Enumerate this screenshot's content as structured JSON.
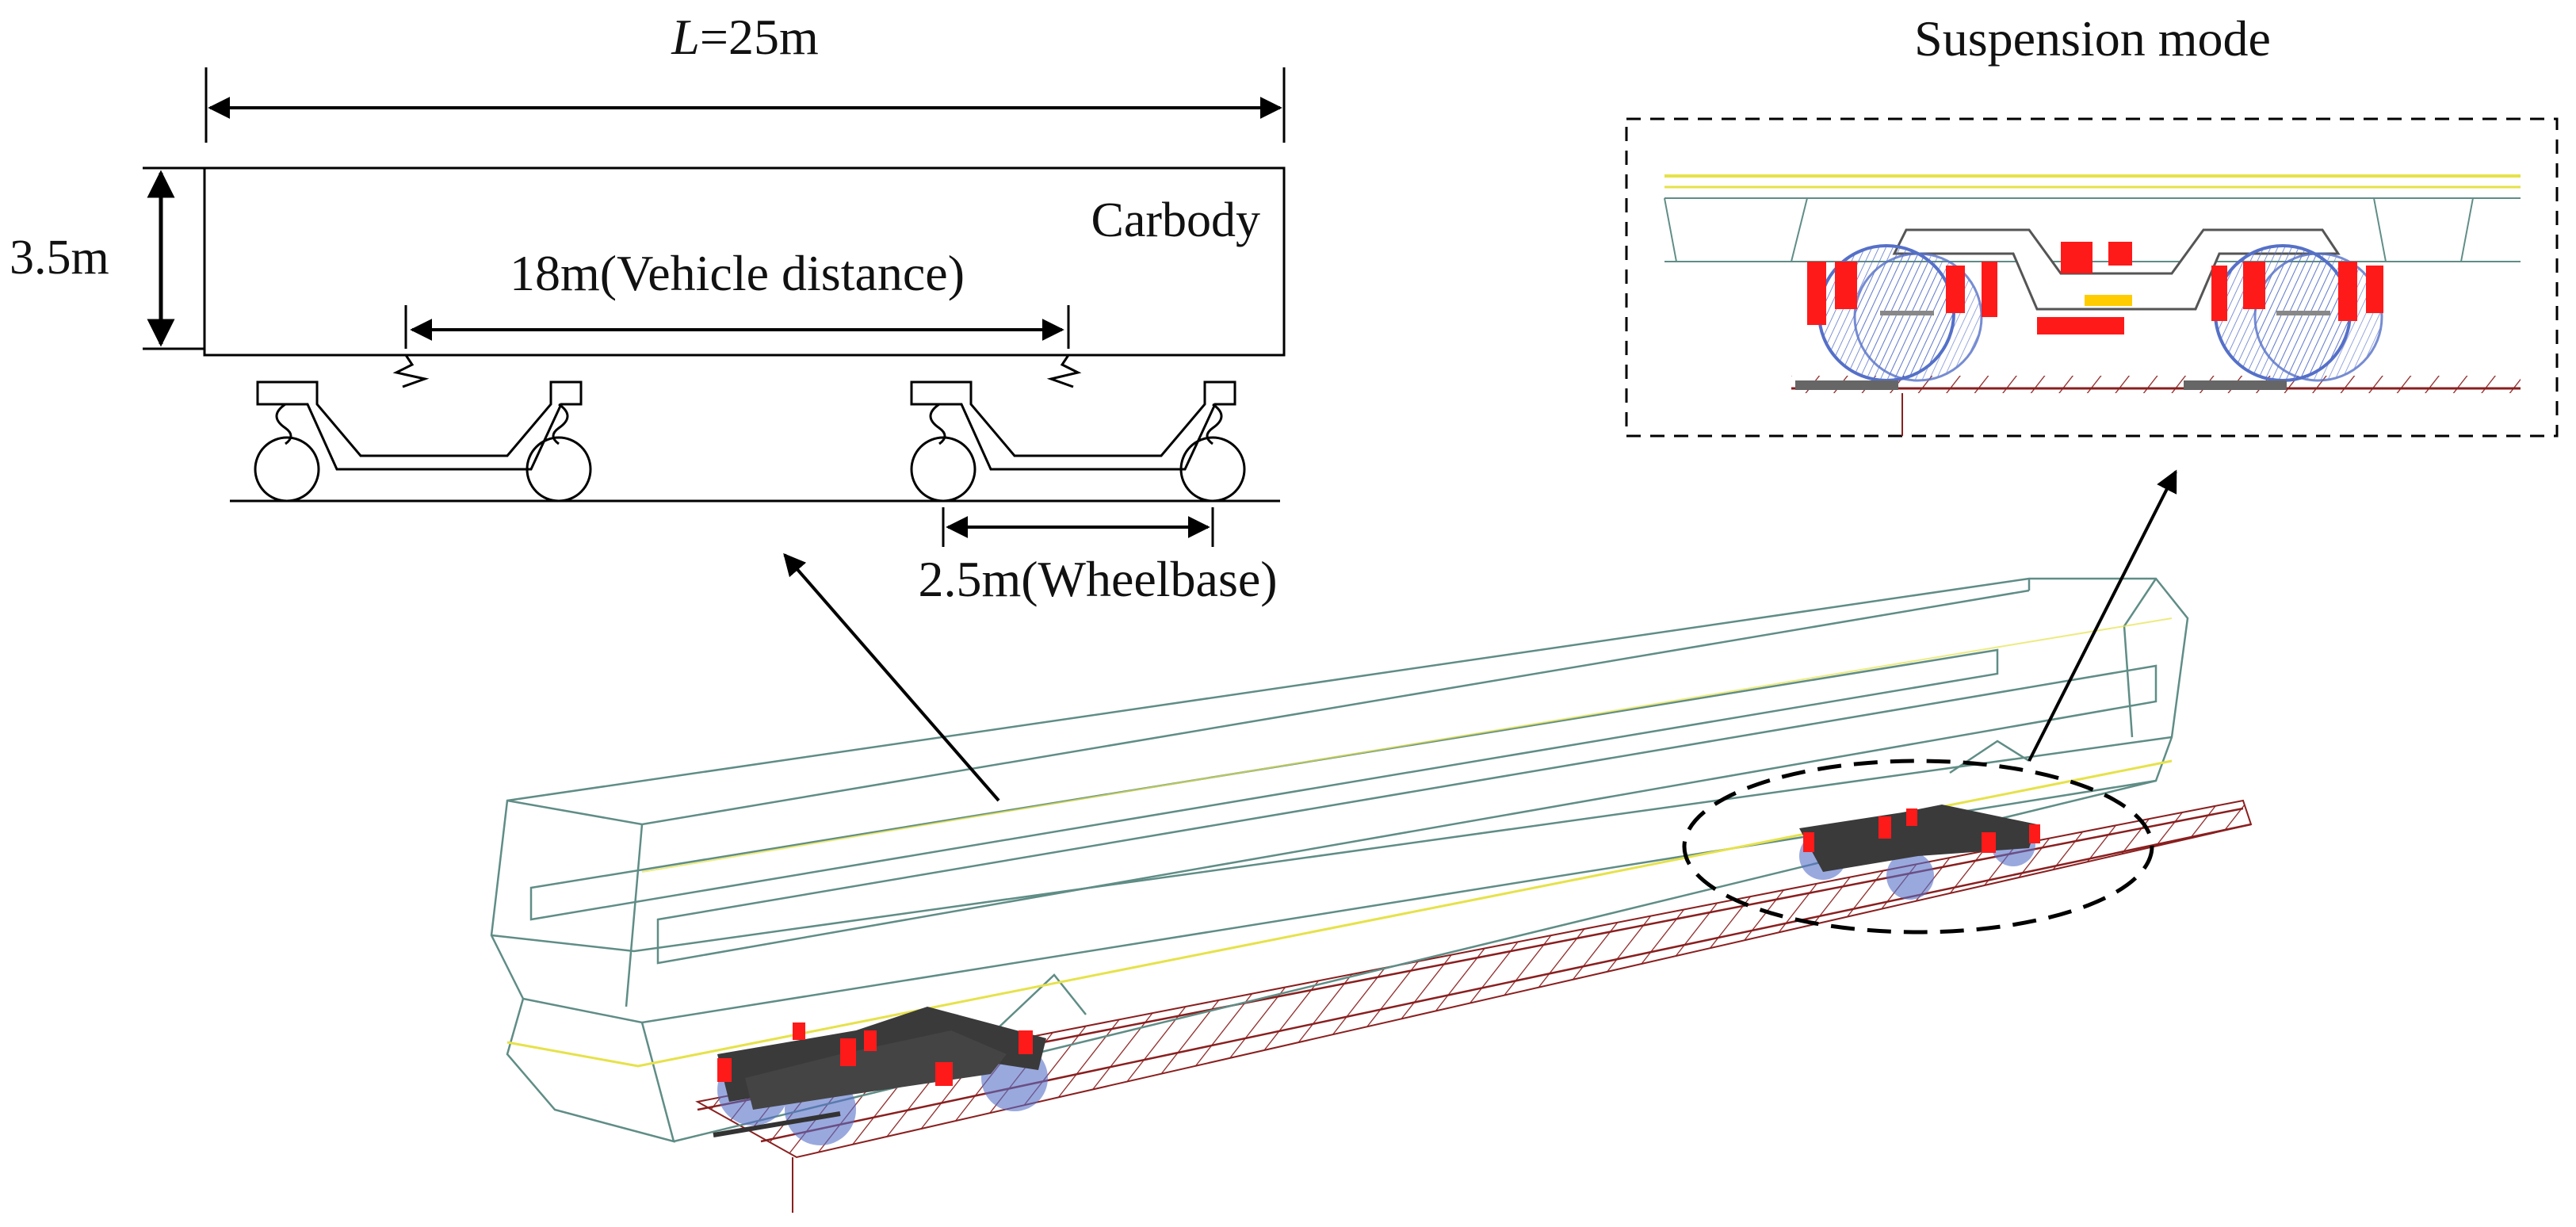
{
  "labels": {
    "length": "=25m",
    "length_symbol": "L",
    "height": "3.5m",
    "carbody": "Carbody",
    "vehicle_distance": "18m(Vehicle distance)",
    "wheelbase": "2.5m(Wheelbase)",
    "suspension_mode": "Suspension mode"
  },
  "colors": {
    "line": "#000000",
    "wireframe": "#5f8d86",
    "wireframe_yellow": "#e6e24a",
    "rail": "#8a1f1f",
    "suspension": "#ff1a1a",
    "wheel": "#5570c8",
    "frame": "#3a3a3a"
  }
}
